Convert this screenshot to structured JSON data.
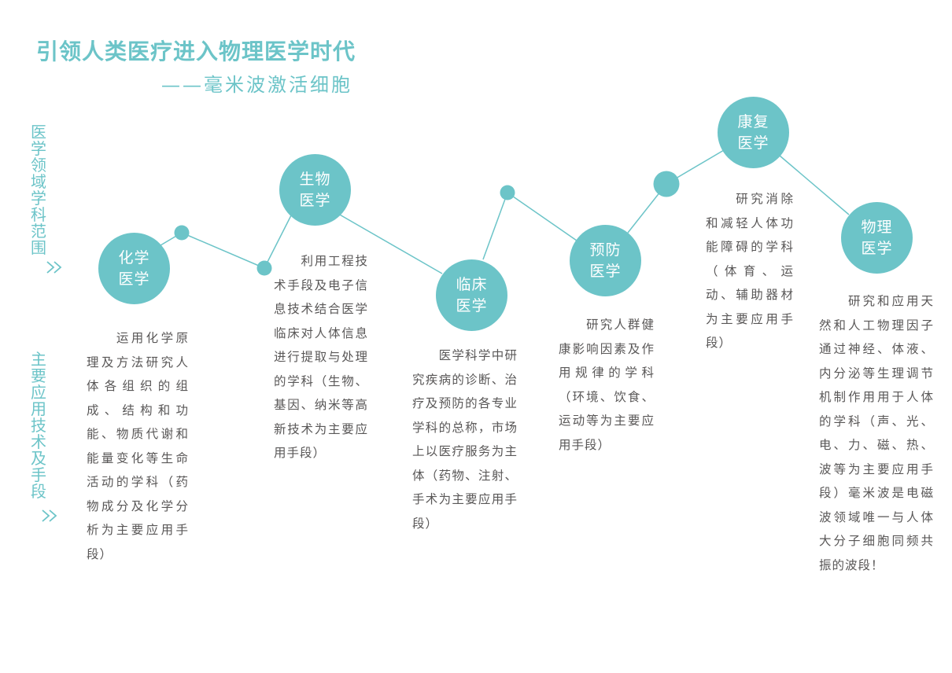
{
  "header": {
    "title": "引领人类医疗进入物理医学时代",
    "subtitle": "——毫米波激活细胞"
  },
  "side_labels": {
    "scope": "医学领域学科范围",
    "methods": "主要应用技术及手段"
  },
  "nodes": [
    {
      "id": "chem",
      "label": "化学医学",
      "description": "　　运用化学原理及方法研究人体各组织的组成、结构和功能、物质代谢和能量变化等生命活动的学科（药物成分及化学分析为主要应用手段）"
    },
    {
      "id": "bio",
      "label": "生物医学",
      "description": "　　利用工程技术手段及电子信息技术结合医学临床对人体信息进行提取与处理的学科（生物、基因、纳米等高新技术为主要应用手段）"
    },
    {
      "id": "clinical",
      "label": "临床医学",
      "description": "　　医学科学中研究疾病的诊断、治疗及预防的各专业学科的总称，市场上以医疗服务为主体（药物、注射、手术为主要应用手段）"
    },
    {
      "id": "prevent",
      "label": "预防医学",
      "description": "　　研究人群健康影响因素及作用规律的学科（环境、饮食、运动等为主要应用手段）"
    },
    {
      "id": "rehab",
      "label": "康复医学",
      "description": "　　研究消除和减轻人体功能障碍的学科（体育、运动、辅助器材为主要应用手段）"
    },
    {
      "id": "physics",
      "label": "物理医学",
      "description": "　　研究和应用天然和人工物理因子通过神经、体液、内分泌等生理调节机制作用用于人体的学科（声、光、电、力、磁、热、波等为主要应用手段）毫米波是电磁波领域唯一与人体大分子细胞同频共振的波段！"
    }
  ],
  "colors": {
    "accent": "#6cc4c8",
    "text": "#595757"
  }
}
